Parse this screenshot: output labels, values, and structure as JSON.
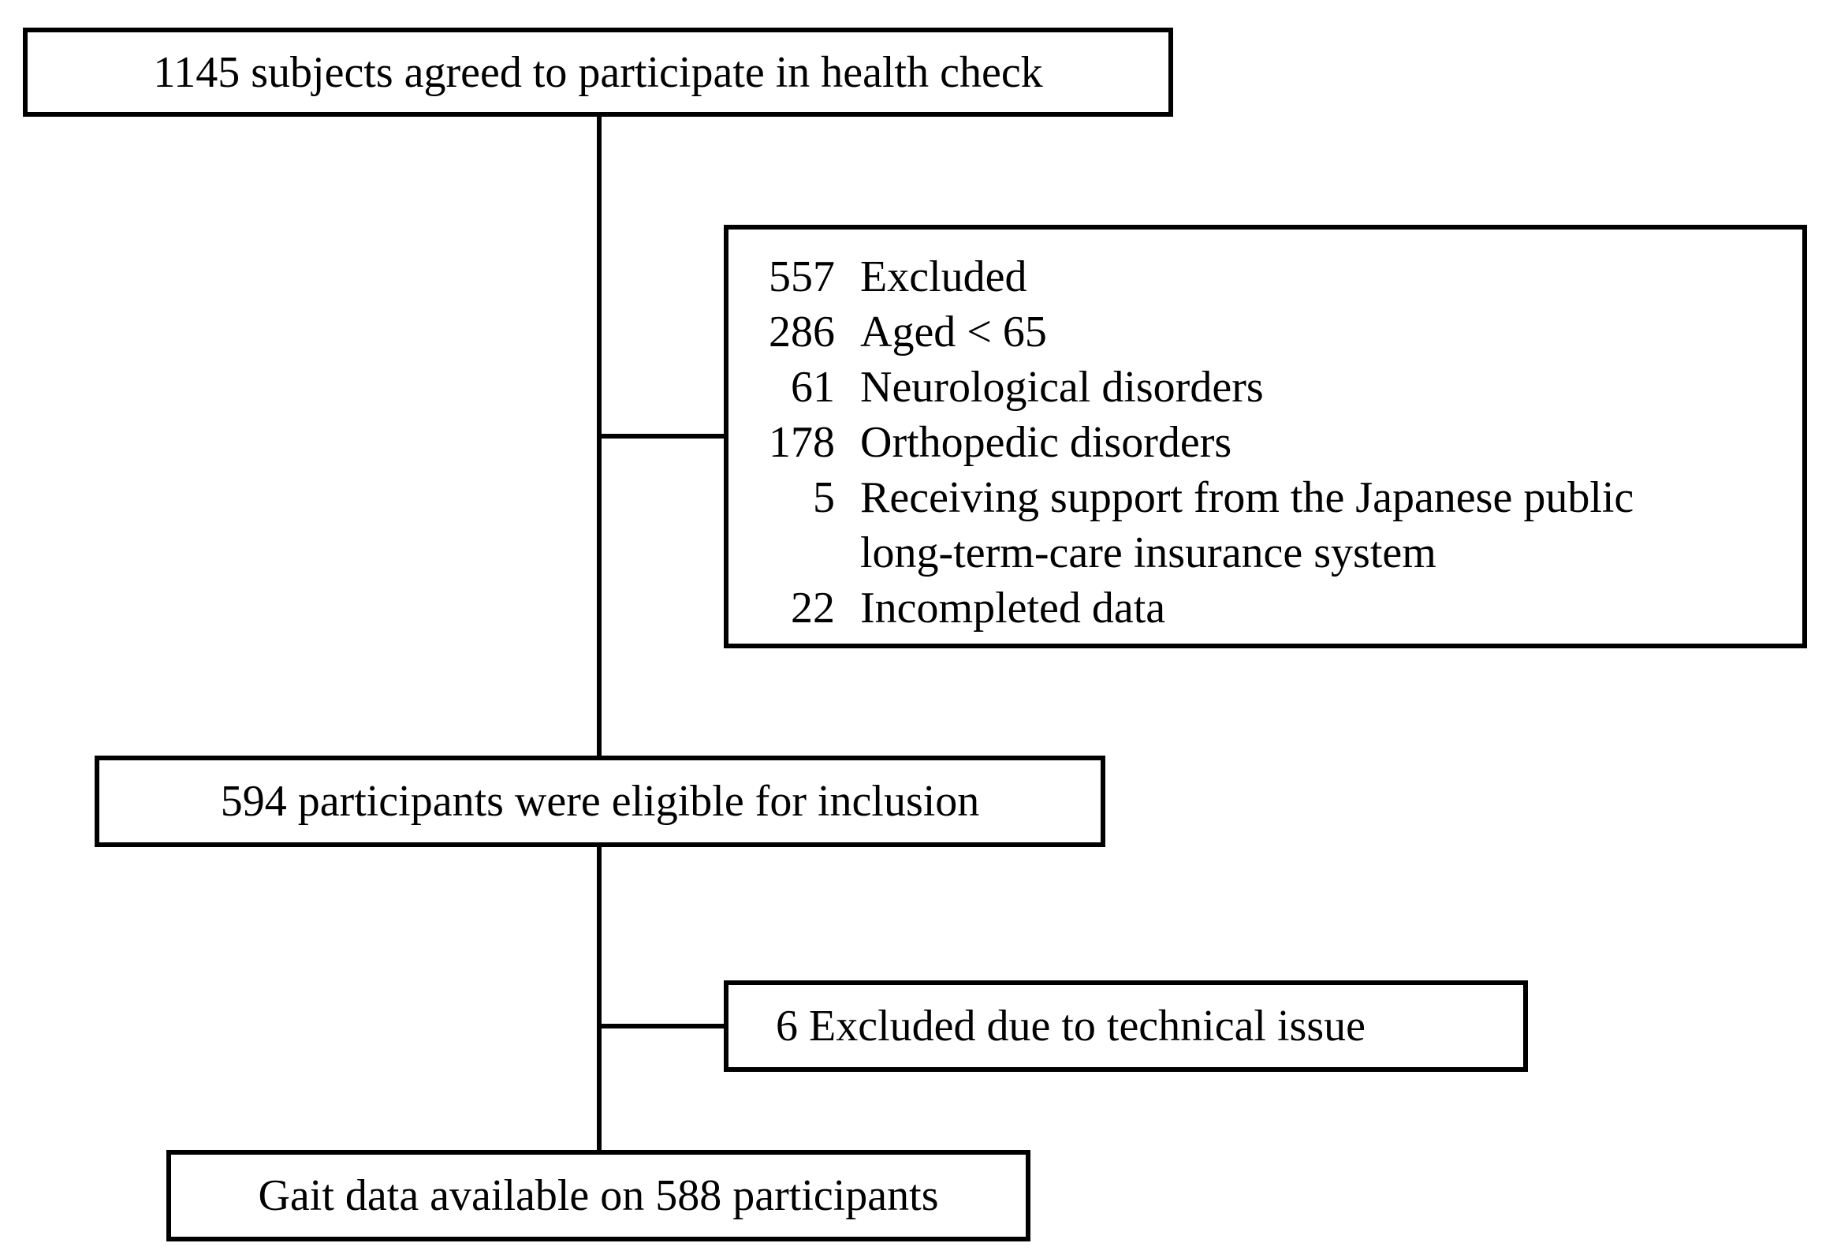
{
  "flow": {
    "enrolled": "1145 subjects agreed to participate in health check",
    "excluded_first": [
      {
        "count": "557",
        "label": "Excluded"
      },
      {
        "count": "286",
        "label": "Aged < 65"
      },
      {
        "count": "61",
        "label": "Neurological disorders"
      },
      {
        "count": "178",
        "label": "Orthopedic disorders"
      },
      {
        "count": "5",
        "label": "Receiving support from the Japanese public\nlong-term-care insurance system"
      },
      {
        "count": "22",
        "label": "Incompleted data"
      }
    ],
    "eligible": "594 participants were eligible for inclusion",
    "excluded_second": "6 Excluded due to technical issue",
    "final": "Gait data available on 588 participants"
  }
}
